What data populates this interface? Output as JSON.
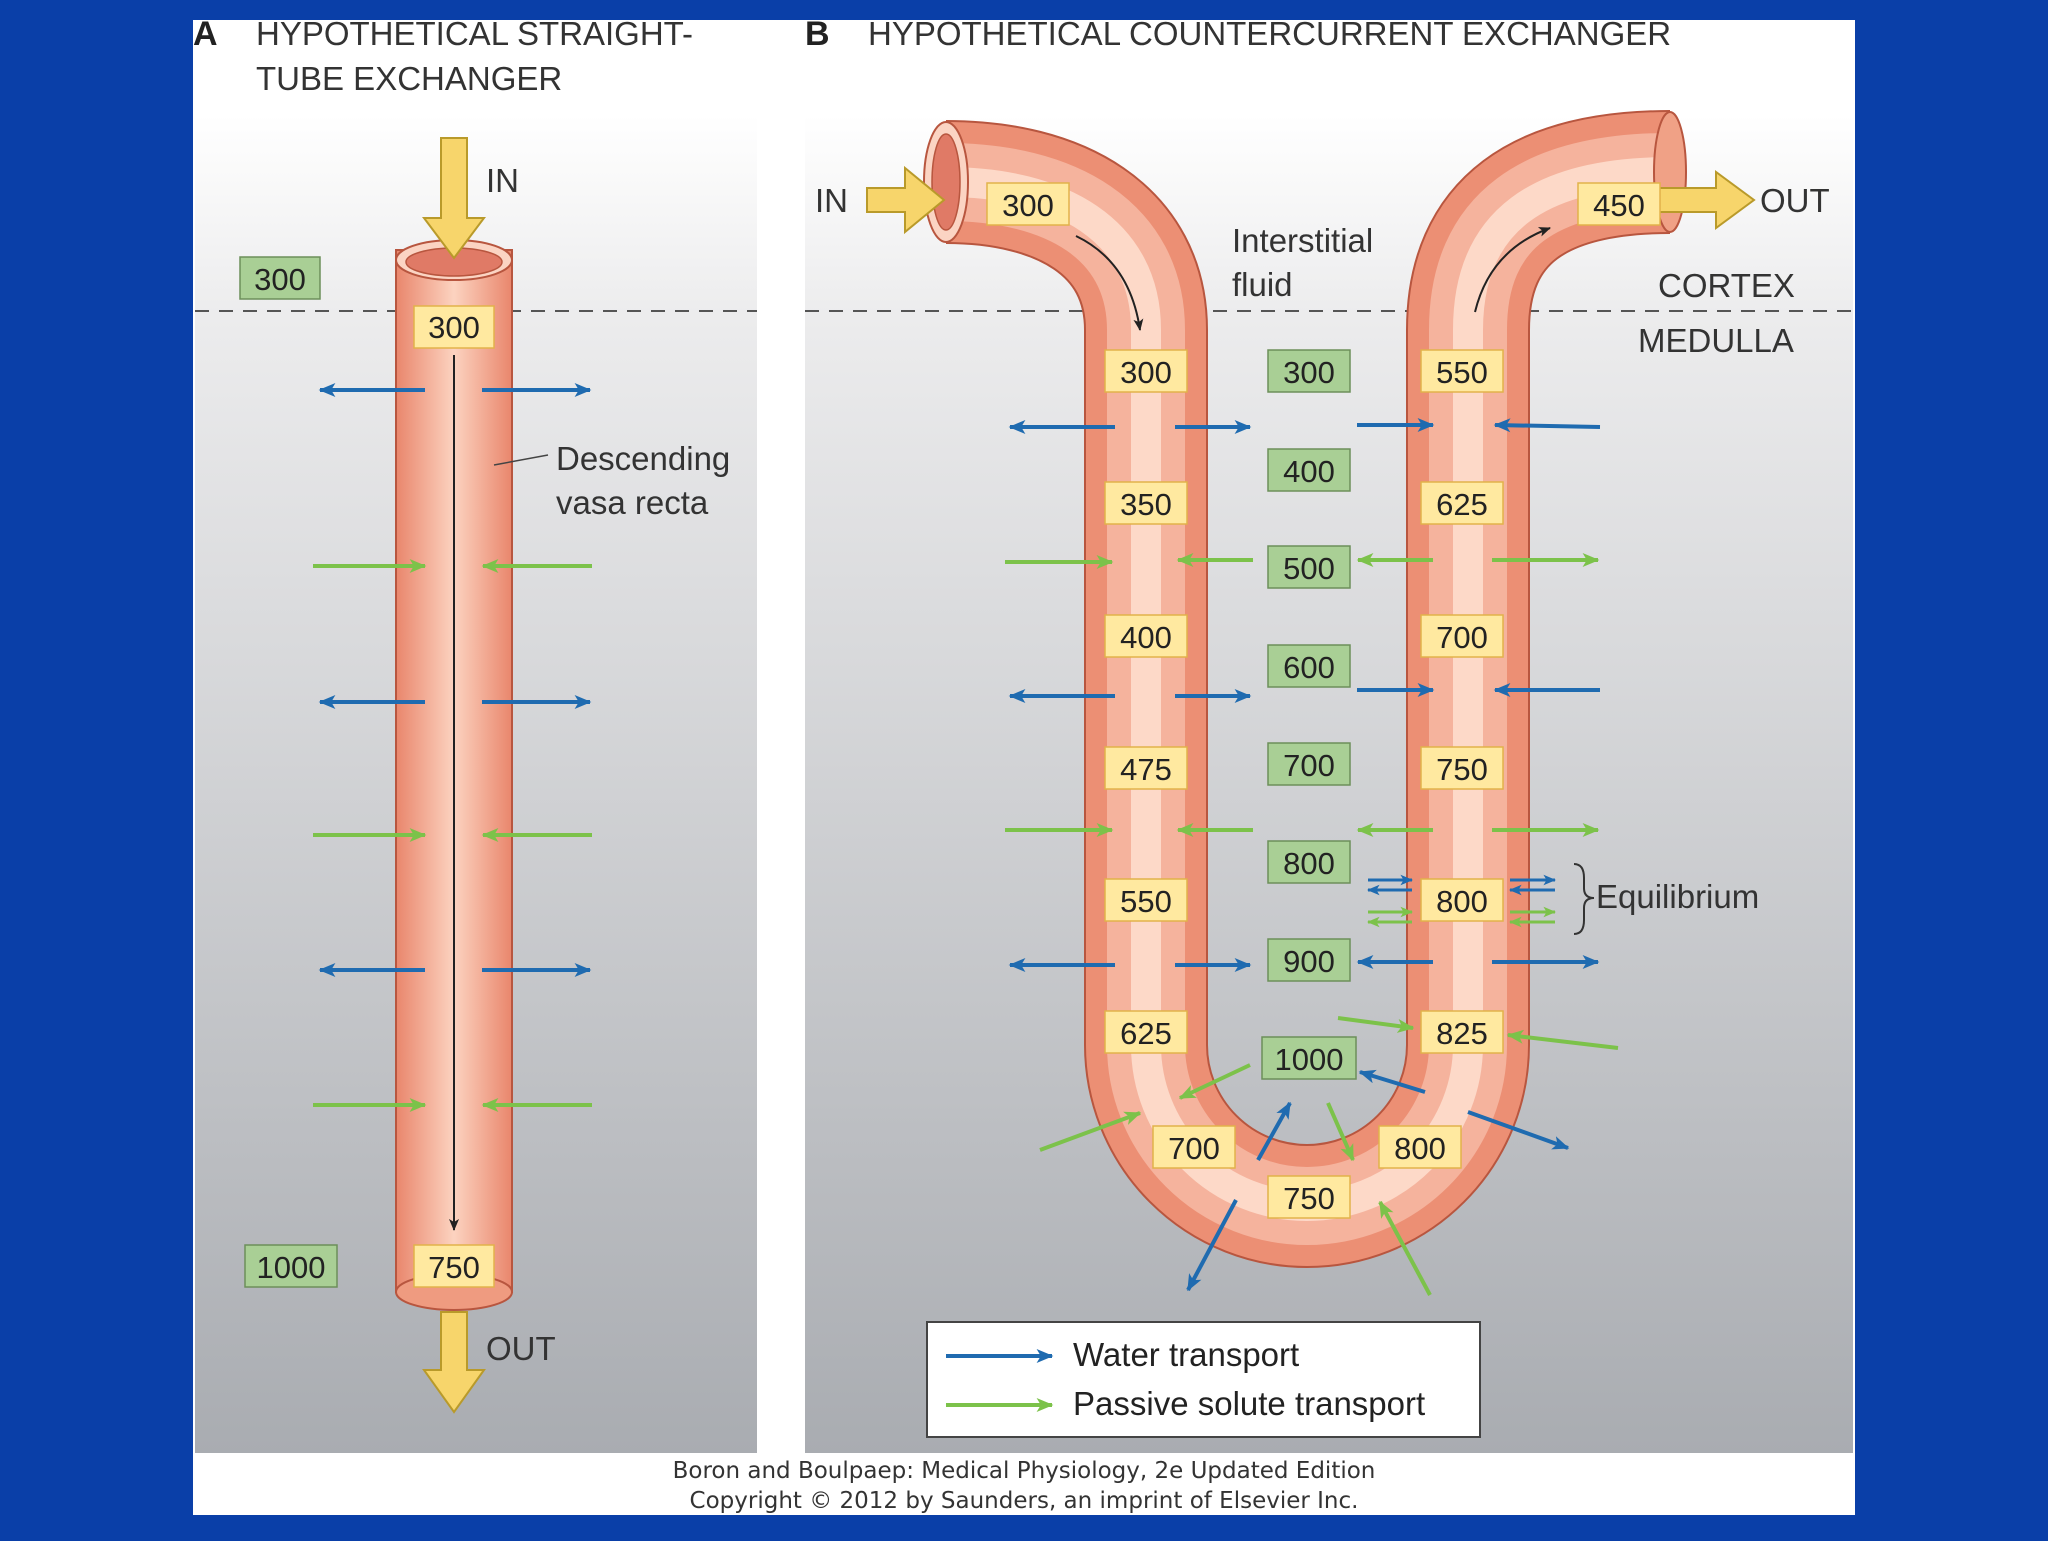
{
  "colors": {
    "page_bg": "#0a3fa8",
    "water": "#1f6bb0",
    "solute": "#7cc24a",
    "tube_fill": "#f2a58c",
    "tube_edge": "#b8563f",
    "box_yellow": "#ffe9a0",
    "box_green": "#a9cf95",
    "arrow_yellow": "#f7d56b"
  },
  "panel_a": {
    "letter": "A",
    "title_line1": "HYPOTHETICAL STRAIGHT-",
    "title_line2": "TUBE EXCHANGER",
    "in_label": "IN",
    "out_label": "OUT",
    "vessel_label_line1": "Descending",
    "vessel_label_line2": "vasa recta",
    "interstitial_top": "300",
    "interstitial_bottom": "1000",
    "tube_top": "300",
    "tube_bottom": "750"
  },
  "panel_b": {
    "letter": "B",
    "title": "HYPOTHETICAL COUNTERCURRENT EXCHANGER",
    "in_label": "IN",
    "out_label": "OUT",
    "interstitial_line1": "Interstitial",
    "interstitial_line2": "fluid",
    "cortex_label": "CORTEX",
    "medulla_label": "MEDULLA",
    "equilibrium_label": "Equilibrium",
    "descending": [
      "300",
      "300",
      "350",
      "400",
      "475",
      "550",
      "625"
    ],
    "interstitial": [
      "300",
      "400",
      "500",
      "600",
      "700",
      "800",
      "900",
      "1000"
    ],
    "ascending": [
      "450",
      "550",
      "625",
      "700",
      "750",
      "800",
      "825"
    ],
    "bend": [
      "700",
      "750",
      "800"
    ]
  },
  "legend": {
    "water": "Water transport",
    "solute": "Passive solute transport"
  },
  "credit": {
    "line1": "Boron and Boulpaep: Medical Physiology, 2e Updated Edition",
    "line2": "Copyright © 2012 by Saunders, an imprint of Elsevier Inc."
  }
}
